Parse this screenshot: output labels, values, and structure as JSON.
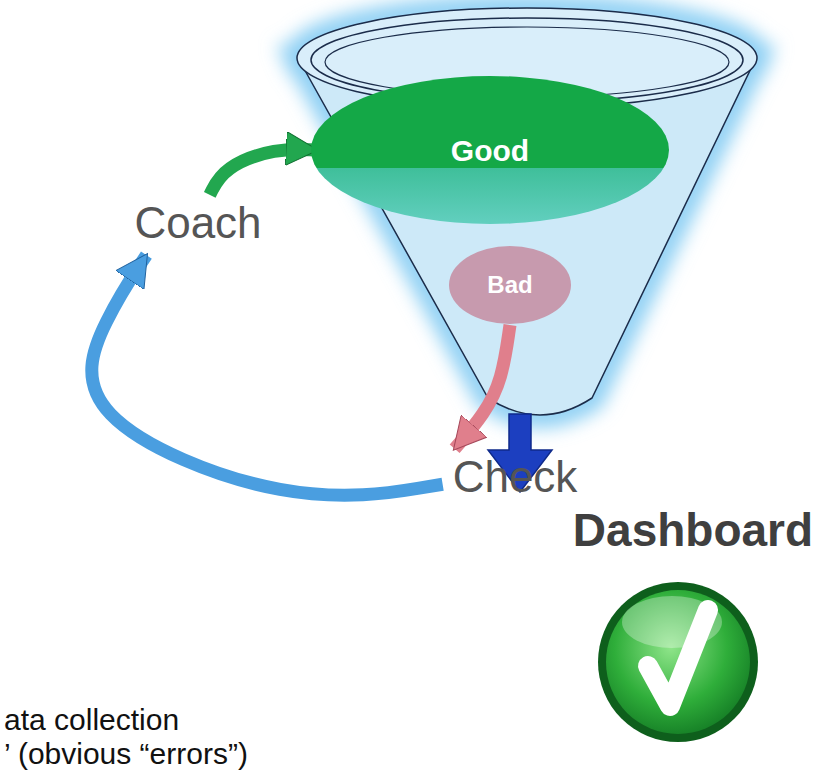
{
  "diagram": {
    "nodes": [
      {
        "text": [
          "Good"
        ]
      },
      {
        "text": [
          "Coach"
        ]
      },
      {
        "text": [
          "Bad"
        ]
      },
      {
        "text": [
          "Check"
        ]
      },
      {
        "text": [
          "Dashboard"
        ]
      }
    ],
    "edges": [
      {
        "from": 1,
        "to": 0,
        "arrow": "to"
      },
      {
        "from": 2,
        "to": 3,
        "arrow": "to"
      },
      {
        "from": 3,
        "to": 1,
        "arrow": "to"
      }
    ],
    "labels": [
      "ata collection",
      "’ (obvious “errors”)"
    ]
  }
}
